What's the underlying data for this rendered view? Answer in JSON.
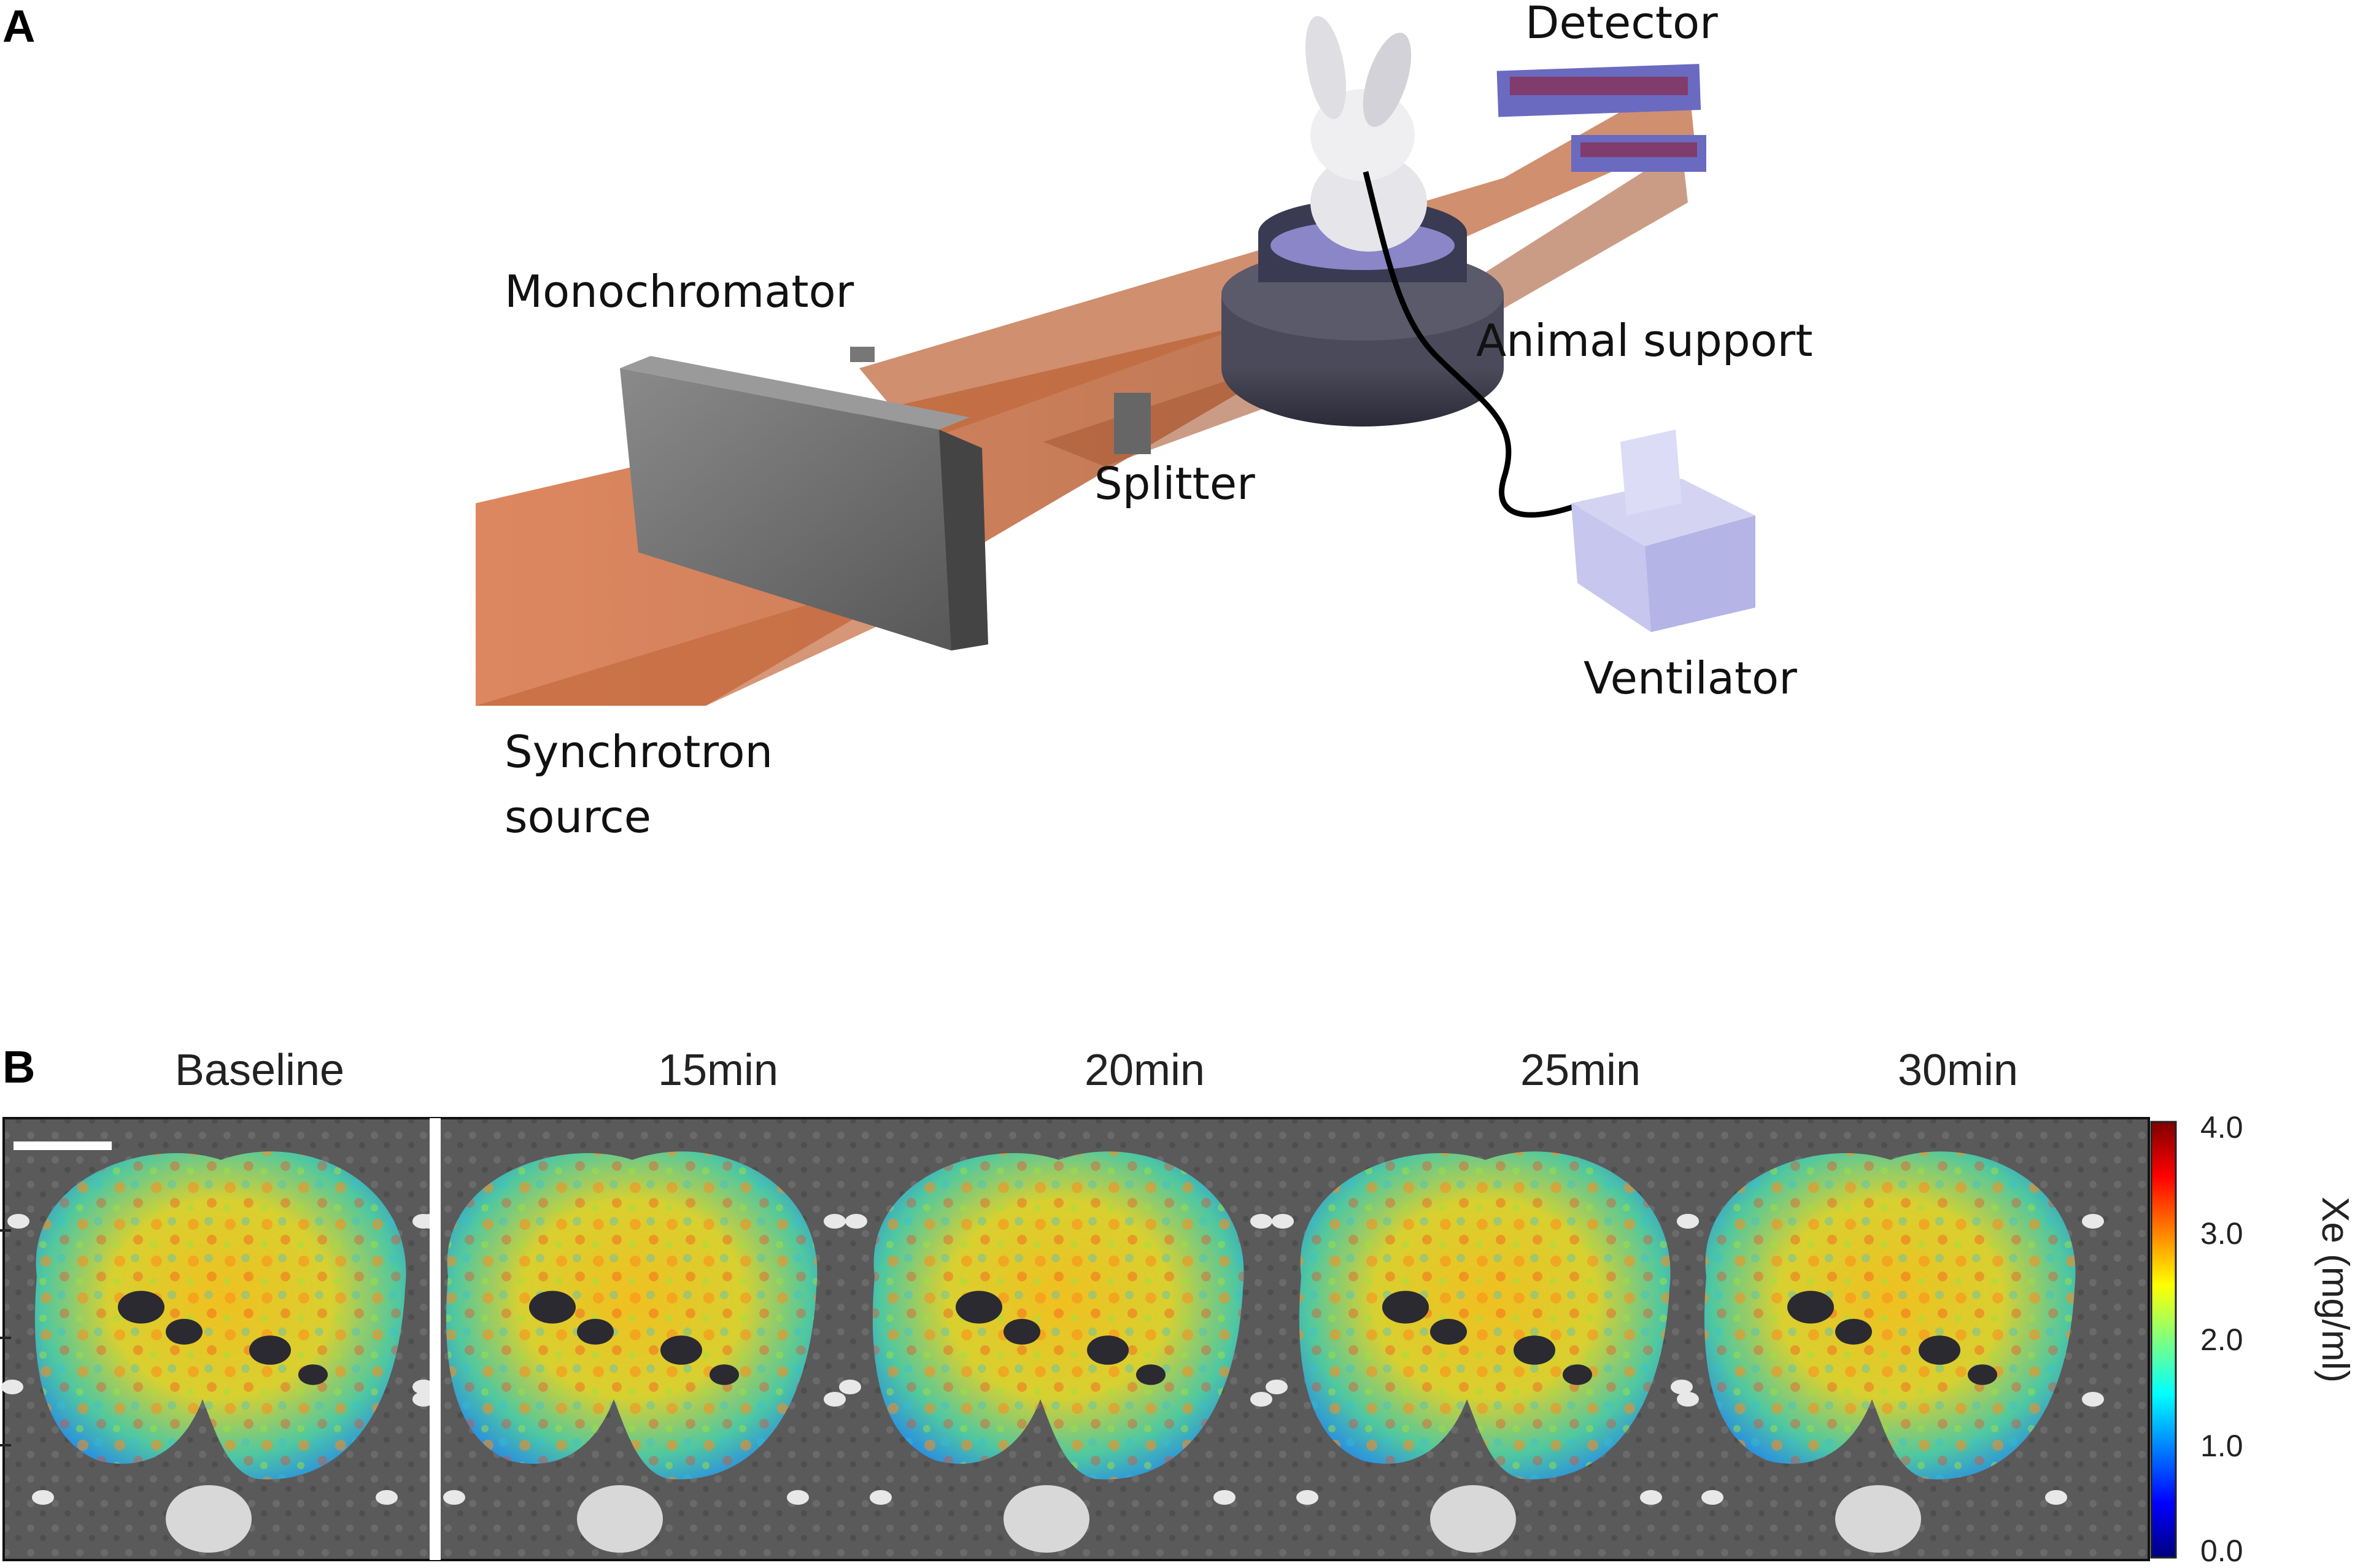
{
  "panel_a": {
    "letter": "A",
    "labels": {
      "detector": "Detector",
      "monochromator": "Monochromator",
      "animal_support": "Animal support",
      "splitter": "Splitter",
      "ventilator": "Ventilator",
      "synchrotron_line1": "Synchrotron",
      "synchrotron_line2": "source"
    }
  },
  "panel_b": {
    "letter": "B",
    "timepoints": [
      "Baseline",
      "15min",
      "20min",
      "25min",
      "30min"
    ],
    "colorbar": {
      "ticks": [
        "4.0",
        "3.0",
        "2.0",
        "1.0",
        "0.0"
      ],
      "unit_label": "Xe (mg/ml)",
      "colors": [
        "#00007f",
        "#0000ff",
        "#007fff",
        "#00ffff",
        "#7fff7f",
        "#ffff00",
        "#ff7f00",
        "#ff0000",
        "#7f0000"
      ]
    }
  }
}
